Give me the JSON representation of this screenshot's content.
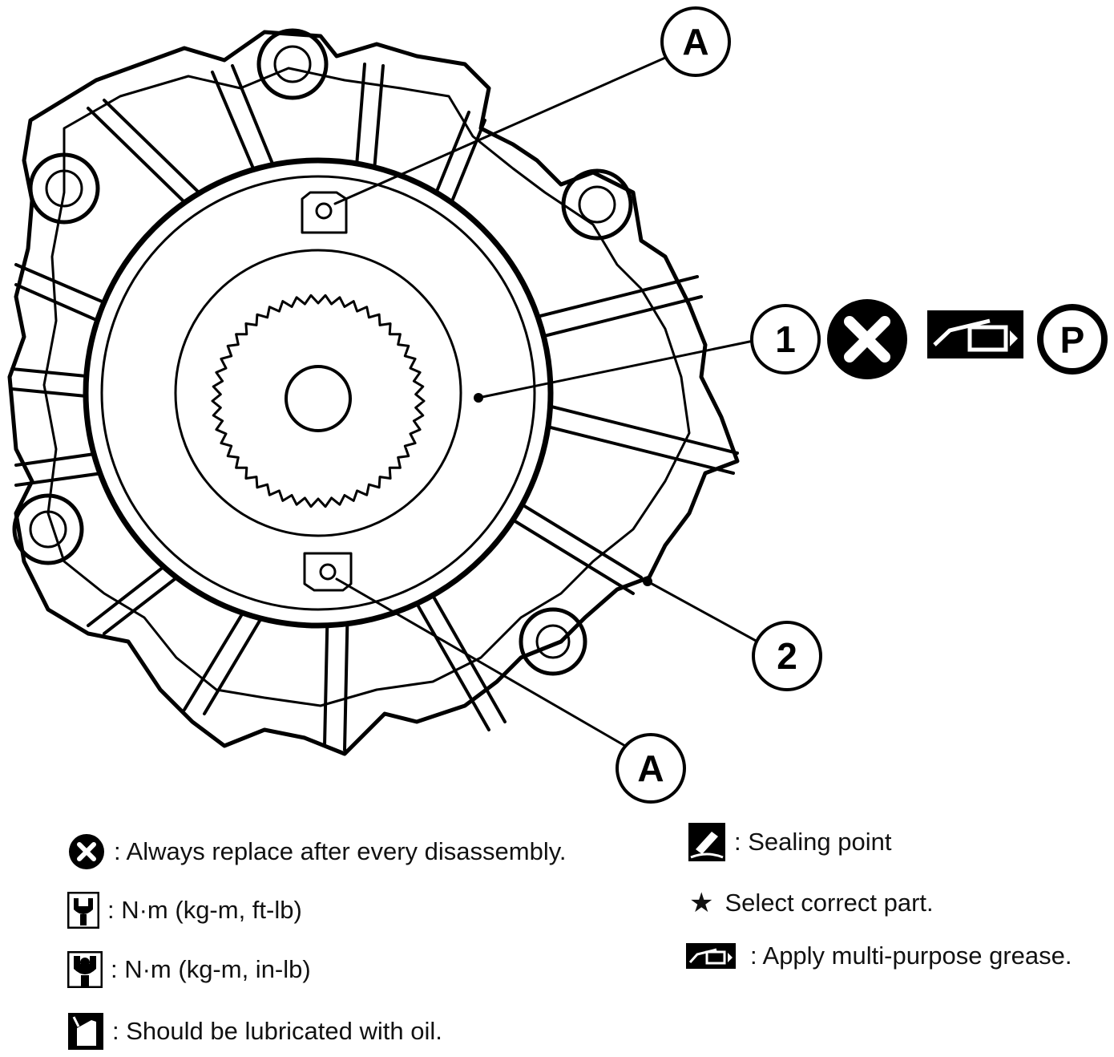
{
  "callouts": {
    "a_top": "A",
    "a_bottom": "A",
    "part_1": "1",
    "part_2": "2",
    "symbol_p": "P"
  },
  "legend": {
    "replace": ": Always replace after every disassembly.",
    "torque_ft": ": N·m (kg-m, ft-lb)",
    "torque_in": ": N·m (kg-m, in-lb)",
    "lubricate": ": Should be lubricated with oil.",
    "sealing": ": Sealing point",
    "select": "Select correct part.",
    "grease": ": Apply multi-purpose grease."
  },
  "icons": {
    "replace": "x-circle-icon",
    "torque_ft": "wrench-open-icon",
    "torque_in": "wrench-filled-icon",
    "lubricate": "oil-can-icon",
    "sealing": "sealant-tube-icon",
    "select": "star-icon",
    "grease": "grease-gun-icon",
    "part_marker": "p-circle-icon"
  },
  "colors": {
    "ink": "#000000",
    "paper": "#ffffff"
  }
}
